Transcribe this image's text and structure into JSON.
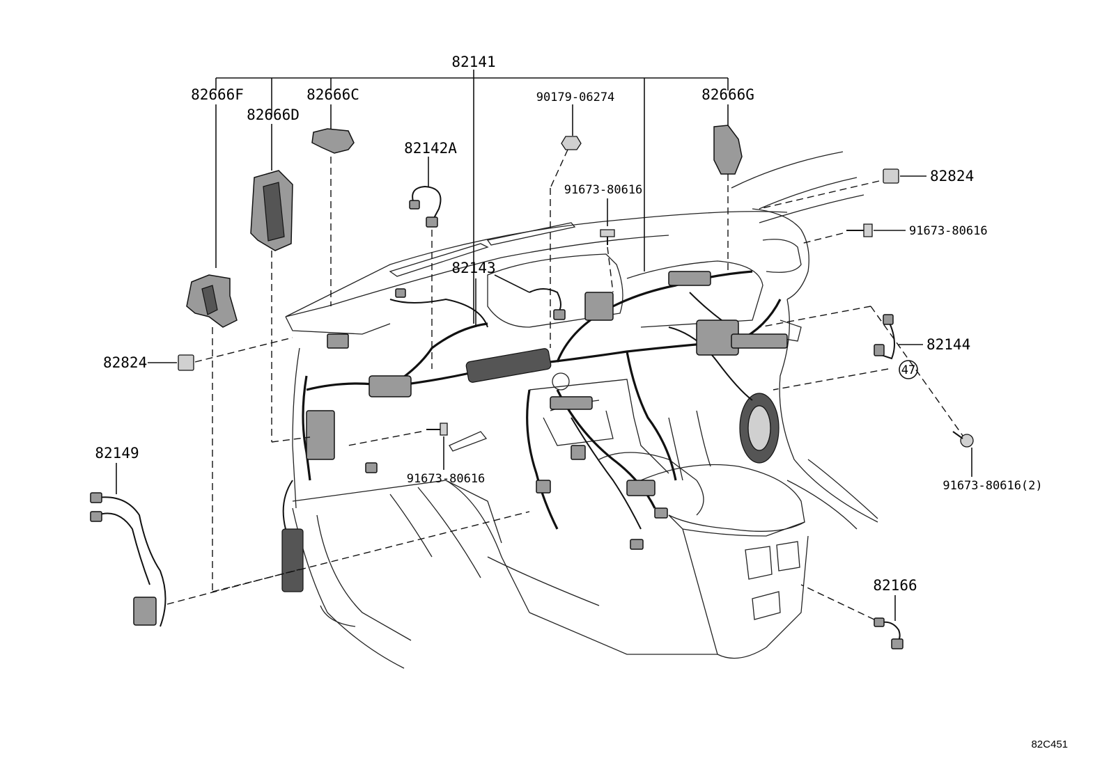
{
  "labels": {
    "main_harness": "82141",
    "clamp_f": "82666F",
    "clamp_c": "82666C",
    "clamp_d": "82666D",
    "clamp_g": "82666G",
    "nut_top": "90179-06274",
    "sub_harness_a": "82142A",
    "bolt_center": "91673-80616",
    "bolt_right_upper": "91673-80616",
    "connector_right": "82824",
    "connector_left": "82824",
    "sub_harness_143": "82143",
    "wire_144": "82144",
    "ref_badge": "47",
    "wire_149": "82149",
    "bolt_lower": "91673-80616",
    "bolt_right_lower": "91673-80616(2)",
    "wire_166": "82166",
    "diagram_id": "82C451"
  },
  "colors": {
    "line": "#111111",
    "part_fill": "#9a9a9a",
    "background": "#ffffff"
  }
}
